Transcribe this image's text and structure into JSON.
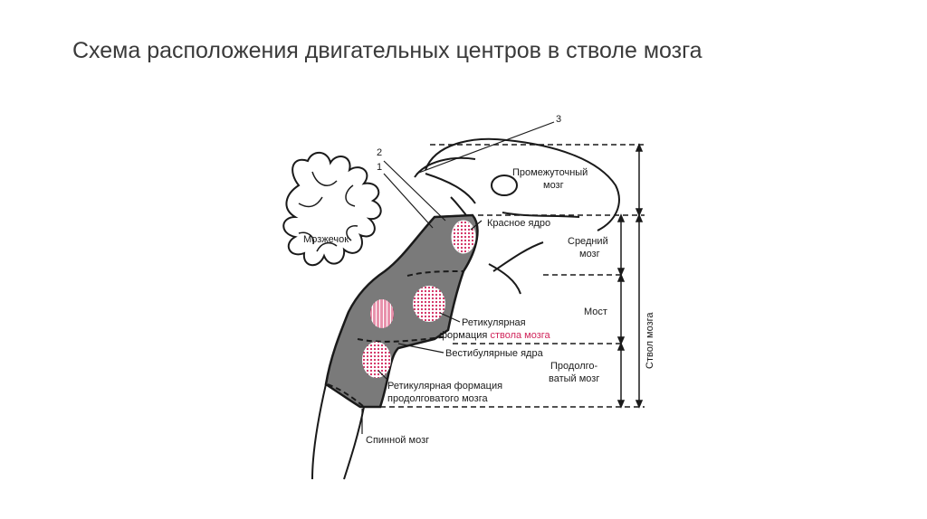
{
  "title": "Схема расположения двигательных центров в стволе мозга",
  "colors": {
    "accent": "#d0245a",
    "shade": "#7a7a7a",
    "line": "#1a1a1a"
  },
  "labels": {
    "cerebellum": "Мозжечок",
    "diencephalon_1": "Промежуточный",
    "diencephalon_2": "мозг",
    "red_nucleus": "Красное ядро",
    "midbrain_1": "Средний",
    "midbrain_2": "мозг",
    "pons": "Мост",
    "reticular_1": "Ретикулярная",
    "reticular_2a": "формация ",
    "reticular_2b": "ствола мозга",
    "vestibular": "Вестибулярные ядра",
    "medulla_1": "Продолго-",
    "medulla_2": "ватый мозг",
    "reticular_med_1": "Ретикулярная формация",
    "reticular_med_2": "продолговатого мозга",
    "spinal": "Спинной мозг",
    "brainstem": "Ствол мозга",
    "n1": "1",
    "n2": "2",
    "n3": "3"
  }
}
